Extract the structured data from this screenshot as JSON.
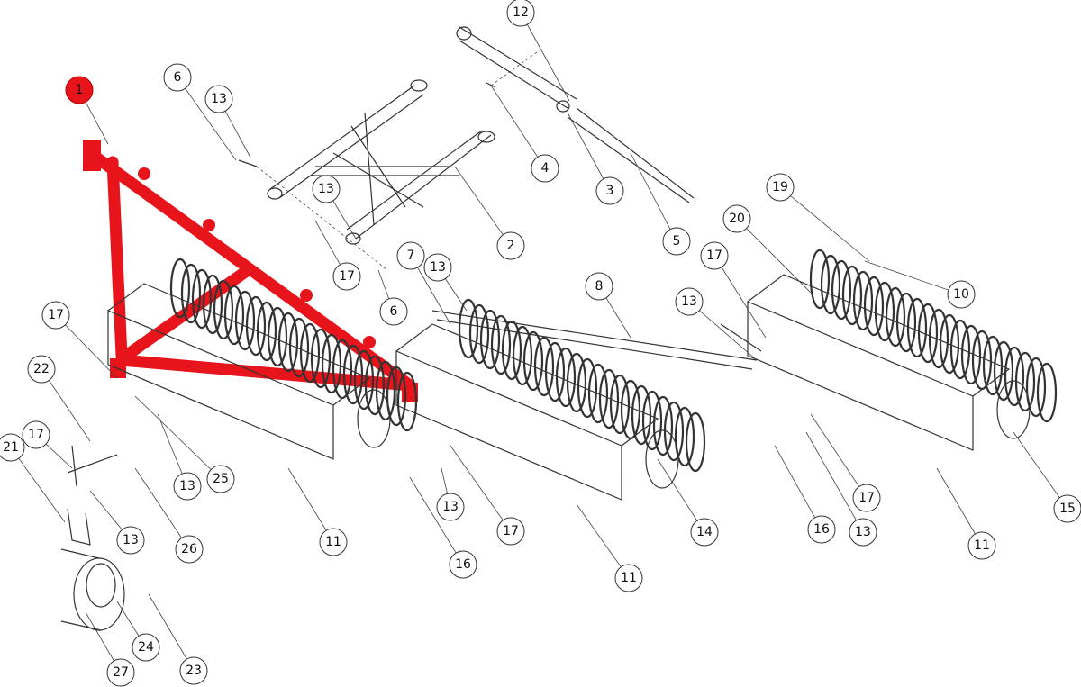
{
  "diagram": {
    "highlight_color": "#e8141c",
    "callouts": [
      {
        "label": "1",
        "highlighted": true
      },
      {
        "label": "6"
      },
      {
        "label": "13"
      },
      {
        "label": "12"
      },
      {
        "label": "4"
      },
      {
        "label": "3"
      },
      {
        "label": "5"
      },
      {
        "label": "2"
      },
      {
        "label": "13"
      },
      {
        "label": "17"
      },
      {
        "label": "6"
      },
      {
        "label": "7"
      },
      {
        "label": "13"
      },
      {
        "label": "8"
      },
      {
        "label": "13"
      },
      {
        "label": "17"
      },
      {
        "label": "20"
      },
      {
        "label": "19"
      },
      {
        "label": "10"
      },
      {
        "label": "17"
      },
      {
        "label": "22"
      },
      {
        "label": "17"
      },
      {
        "label": "21"
      },
      {
        "label": "13"
      },
      {
        "label": "26"
      },
      {
        "label": "13"
      },
      {
        "label": "25"
      },
      {
        "label": "11"
      },
      {
        "label": "13"
      },
      {
        "label": "17"
      },
      {
        "label": "16"
      },
      {
        "label": "11"
      },
      {
        "label": "14"
      },
      {
        "label": "16"
      },
      {
        "label": "13"
      },
      {
        "label": "17"
      },
      {
        "label": "11"
      },
      {
        "label": "15"
      },
      {
        "label": "24"
      },
      {
        "label": "27"
      },
      {
        "label": "23"
      }
    ]
  }
}
